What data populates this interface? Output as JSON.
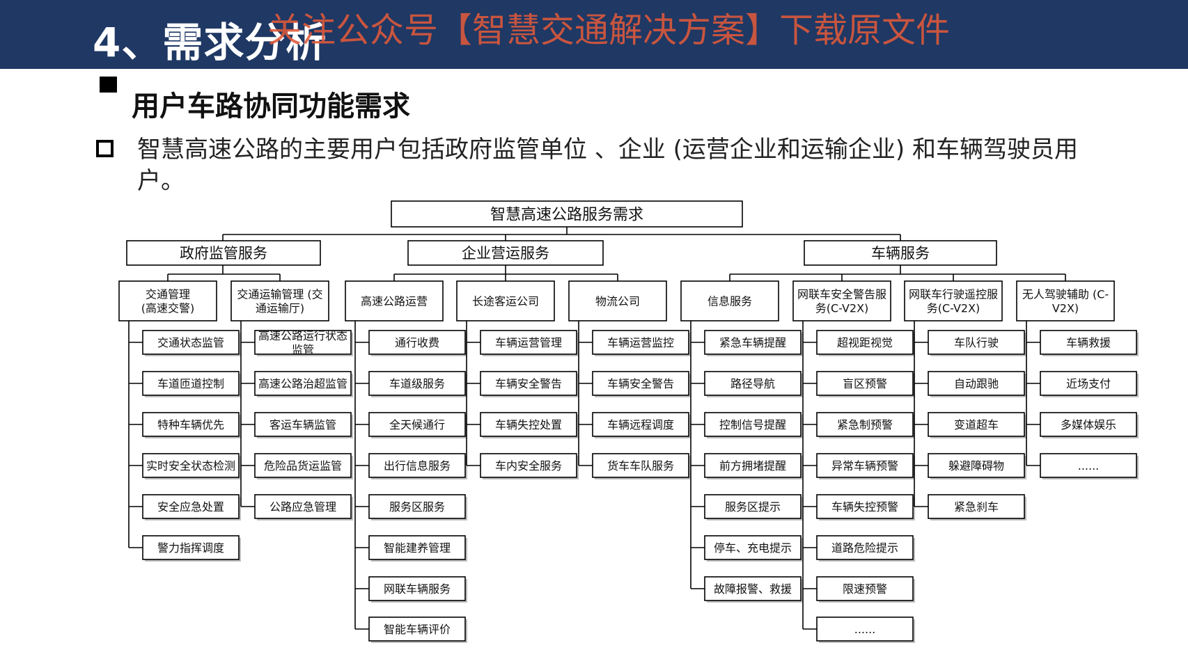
{
  "header": {
    "title": "4、需求分析",
    "watermark": "关注公众号【智慧交通解决方案】下载原文件",
    "bg_color": "#1f3864",
    "watermark_color": "#e05a3a"
  },
  "section": {
    "title": "用户车路协同功能需求",
    "bullet_text": "智慧高速公路的主要用户包括政府监管单位 、企业 (运营企业和运输企业) 和车辆驾驶员用户。"
  },
  "diagram": {
    "root": "智慧高速公路服务需求",
    "groups": [
      {
        "label": "政府监管服务",
        "columns": [
          {
            "label": "交通管理\n(高速交警)",
            "items": [
              "交通状态监管",
              "车道匝道控制",
              "特种车辆优先",
              "实时安全状态检测",
              "安全应急处置",
              "警力指挥调度"
            ]
          },
          {
            "label": "交通运输管理 (交\n通运输厅)",
            "items": [
              "高速公路运行状态\n监管",
              "高速公路治超监管",
              "客运车辆监管",
              "危险品货运监管",
              "公路应急管理"
            ]
          }
        ]
      },
      {
        "label": "企业营运服务",
        "columns": [
          {
            "label": "高速公路运营",
            "items": [
              "通行收费",
              "车道级服务",
              "全天候通行",
              "出行信息服务",
              "服务区服务",
              "智能建养管理",
              "网联车辆服务",
              "智能车辆评价"
            ]
          },
          {
            "label": "长途客运公司",
            "items": [
              "车辆运营管理",
              "车辆安全警告",
              "车辆失控处置",
              "车内安全服务"
            ]
          },
          {
            "label": "物流公司",
            "items": [
              "车辆运营监控",
              "车辆安全警告",
              "车辆远程调度",
              "货车车队服务"
            ]
          }
        ]
      },
      {
        "label": "车辆服务",
        "columns": [
          {
            "label": "信息服务",
            "items": [
              "紧急车辆提醒",
              "路径导航",
              "控制信号提醒",
              "前方拥堵提醒",
              "服务区提示",
              "停车、充电提示",
              "故障报警、救援"
            ]
          },
          {
            "label": "网联车安全警告服\n务(C-V2X)",
            "items": [
              "超视距视觉",
              "盲区预警",
              "紧急制预警",
              "异常车辆预警",
              "车辆失控预警",
              "道路危险提示",
              "限速预警",
              "......"
            ]
          },
          {
            "label": "网联车行驶遥控服\n务(C-V2X)",
            "items": [
              "车队行驶",
              "自动跟驰",
              "变道超车",
              "躲避障碍物",
              "紧急刹车"
            ]
          },
          {
            "label": "无人驾驶辅助 (C-\nV2X)",
            "items": [
              "车辆救援",
              "近场支付",
              "多媒体娱乐",
              "......"
            ]
          }
        ]
      }
    ]
  }
}
